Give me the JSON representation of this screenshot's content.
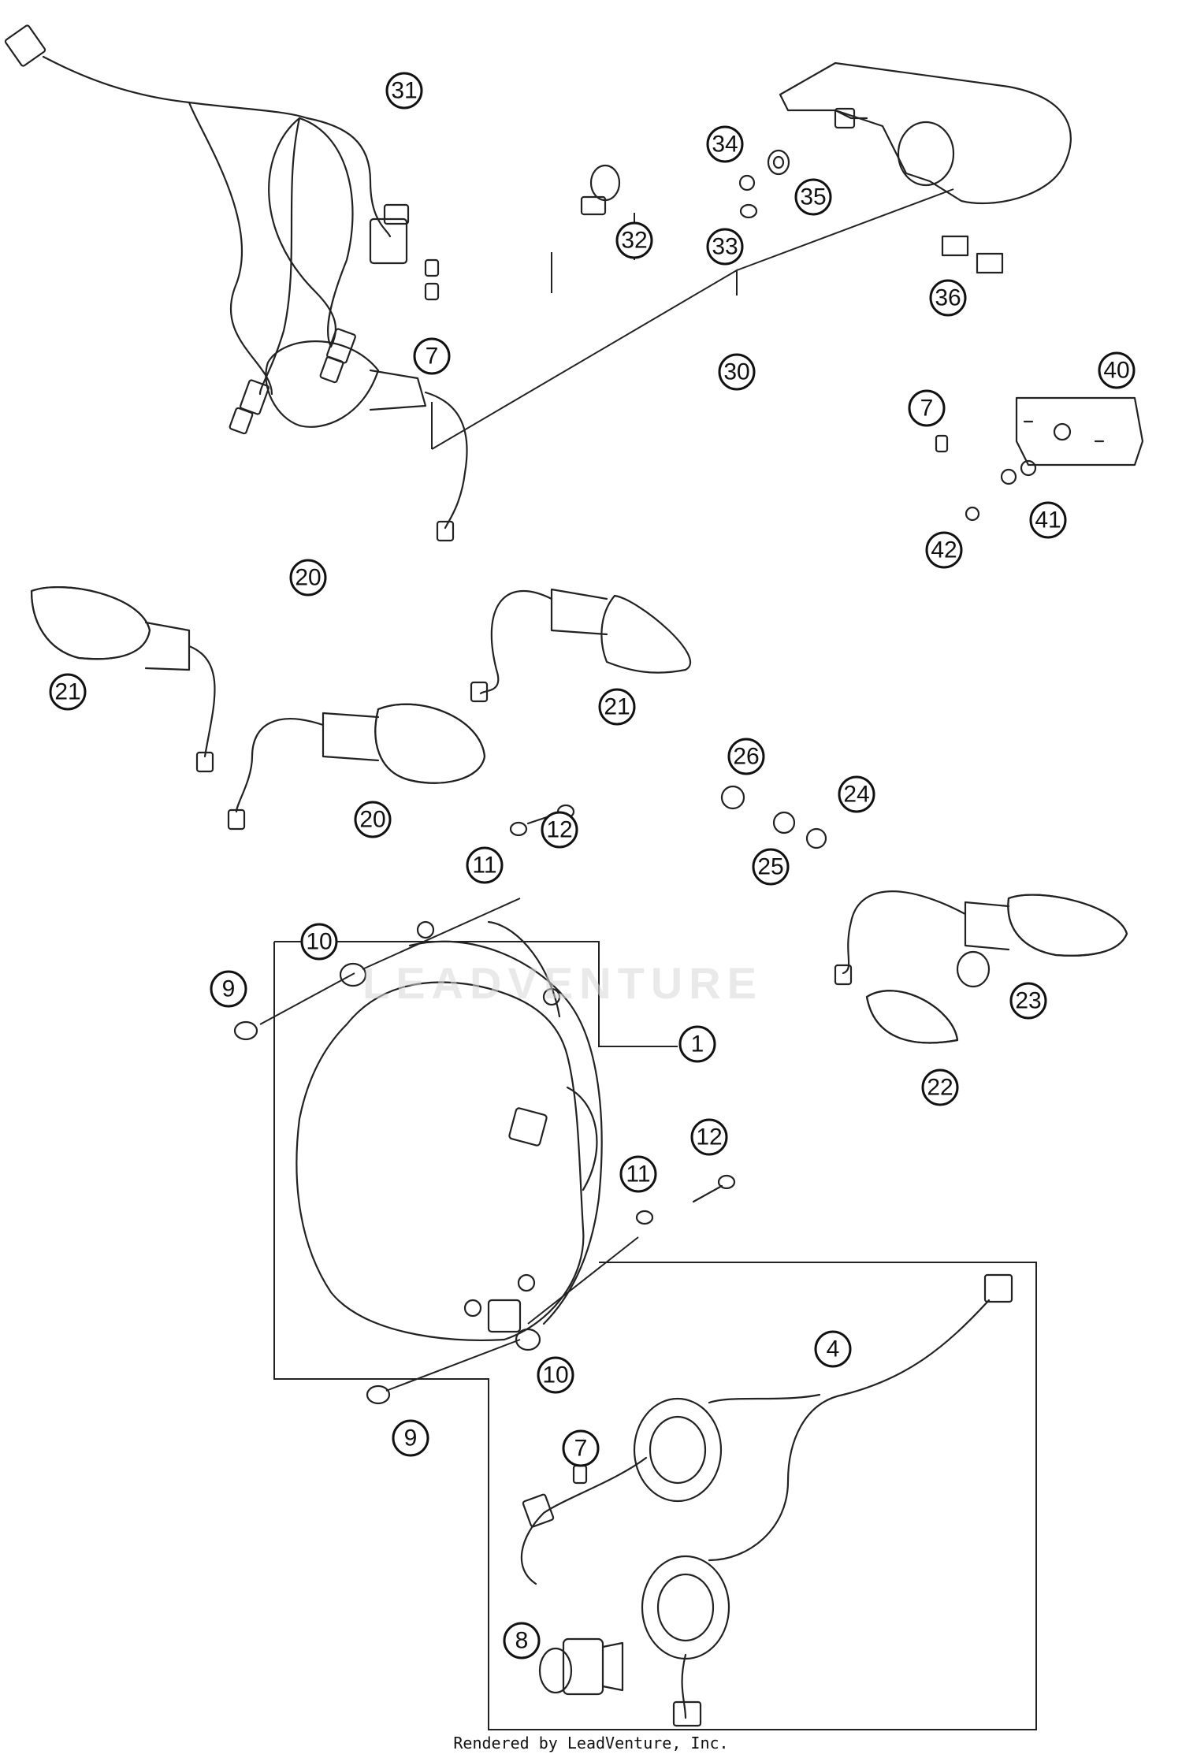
{
  "footer": "Rendered by LeadVenture, Inc.",
  "watermark": "LEADVENTURE",
  "callouts": [
    "31",
    "34",
    "35",
    "32",
    "33",
    "7",
    "30",
    "36",
    "40",
    "7",
    "41",
    "42",
    "20",
    "21",
    "21",
    "20",
    "26",
    "24",
    "25",
    "12",
    "11",
    "10",
    "9",
    "1",
    "23",
    "22",
    "12",
    "11",
    "10",
    "9",
    "4",
    "7",
    "8"
  ]
}
